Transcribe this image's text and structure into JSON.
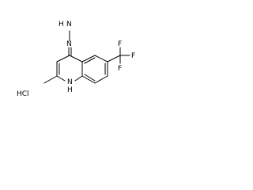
{
  "molecule": {
    "atoms": {
      "hydrazine_nh2": "H2N",
      "hydrazine_nh2_h": "H",
      "hydrazine_nh2_n": "N",
      "hydrazine_n": "N",
      "ring_nh_n": "N",
      "ring_nh_h": "H",
      "f_top": "F",
      "f_right": "F",
      "f_bottom": "F"
    },
    "salt": "HCl"
  },
  "colors": {
    "bond": "#000000",
    "text": "#000000",
    "background": "#ffffff"
  }
}
